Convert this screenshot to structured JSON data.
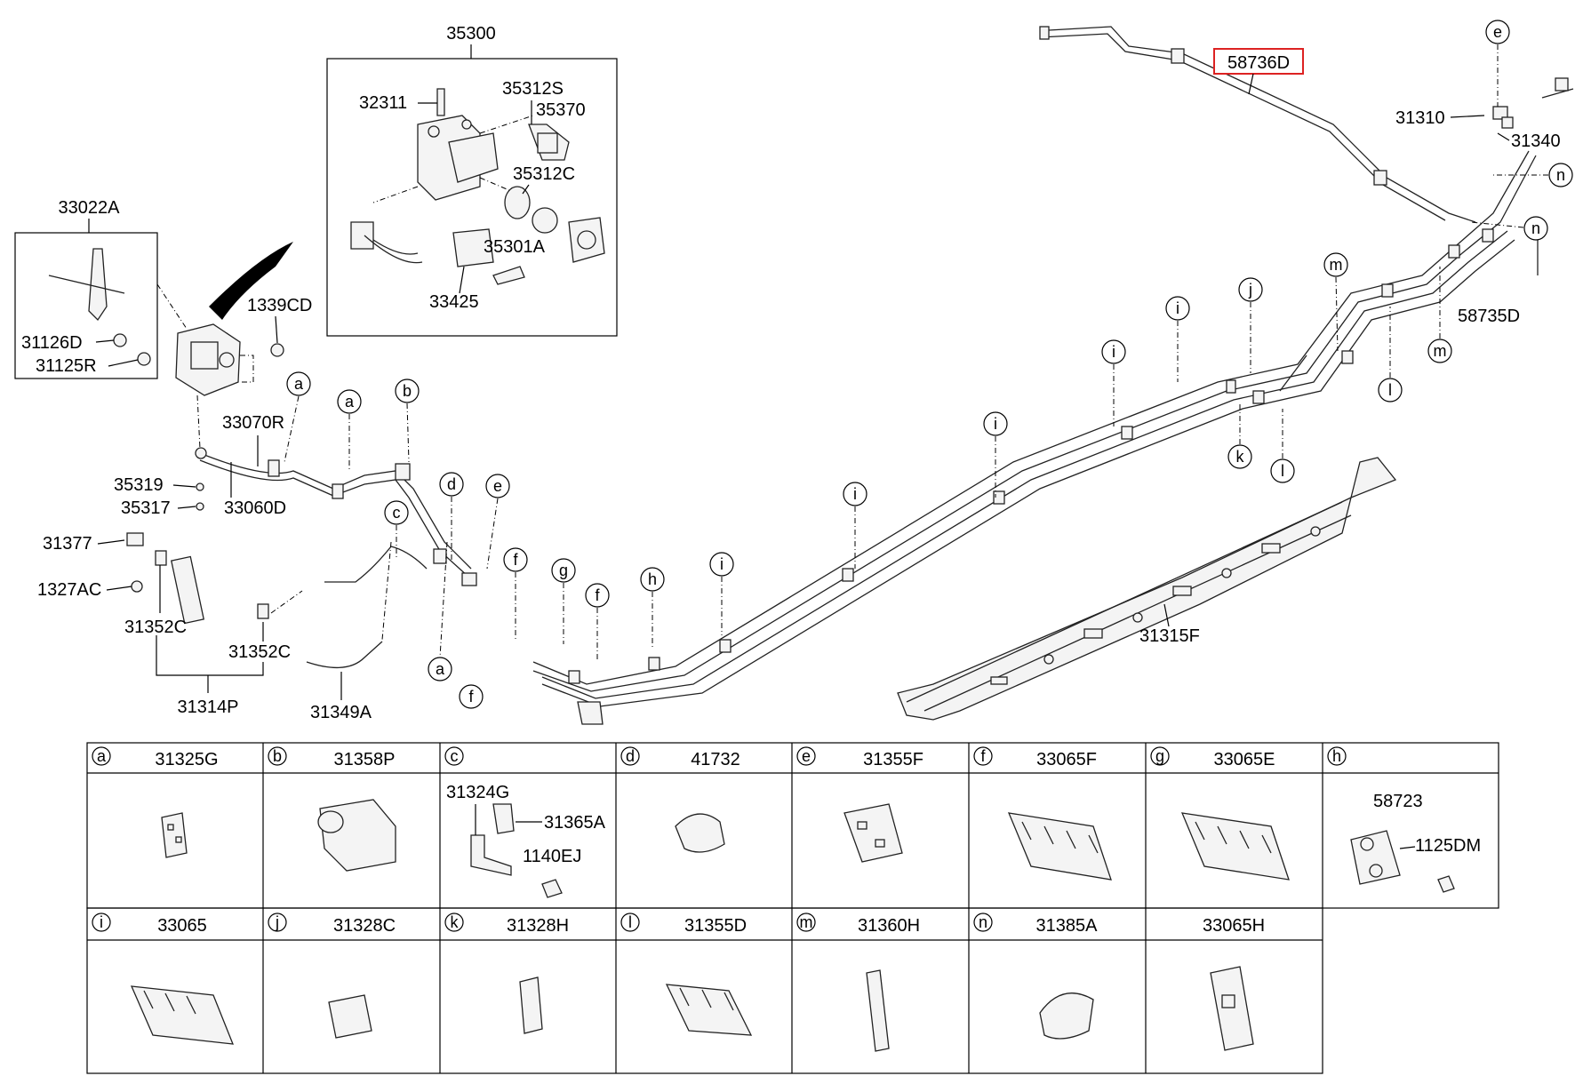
{
  "parts": {
    "p35300": "35300",
    "p32311": "32311",
    "p35312S": "35312S",
    "p35370": "35370",
    "p35312C": "35312C",
    "p35301A": "35301A",
    "p33425": "33425",
    "p33022A": "33022A",
    "p31126D": "31126D",
    "p31125R": "31125R",
    "p1339CD": "1339CD",
    "p33070R": "33070R",
    "p35319": "35319",
    "p35317": "35317",
    "p33060D": "33060D",
    "p31377": "31377",
    "p1327AC": "1327AC",
    "p31352C_left": "31352C",
    "p31352C_right": "31352C",
    "p31314P": "31314P",
    "p31349A": "31349A",
    "p58736D": "58736D",
    "p31310": "31310",
    "p31340": "31340",
    "p58735D": "58735D",
    "p31315F": "31315F"
  },
  "callouts": {
    "a1": "a",
    "a2": "a",
    "a3": "a",
    "b1": "b",
    "c1": "c",
    "d1": "d",
    "e1": "e",
    "e2": "e",
    "f1": "f",
    "f2": "f",
    "f3": "f",
    "g1": "g",
    "h1": "h",
    "i1": "i",
    "i2": "i",
    "i3": "i",
    "i4": "i",
    "i5": "i",
    "j1": "j",
    "k1": "k",
    "l1": "l",
    "l2": "l",
    "m1": "m",
    "m2": "m",
    "n1": "n",
    "n2": "n"
  },
  "table": {
    "row1": [
      {
        "letter": "a",
        "part": "31325G"
      },
      {
        "letter": "b",
        "part": "31358P"
      },
      {
        "letter": "c",
        "part": "",
        "sub": [
          "31324G",
          "31365A",
          "1140EJ"
        ]
      },
      {
        "letter": "d",
        "part": "41732"
      },
      {
        "letter": "e",
        "part": "31355F"
      },
      {
        "letter": "f",
        "part": "33065F"
      },
      {
        "letter": "g",
        "part": "33065E"
      },
      {
        "letter": "h",
        "part": "",
        "sub": [
          "58723",
          "1125DM"
        ]
      }
    ],
    "row2": [
      {
        "letter": "i",
        "part": "33065"
      },
      {
        "letter": "j",
        "part": "31328C"
      },
      {
        "letter": "k",
        "part": "31328H"
      },
      {
        "letter": "l",
        "part": "31355D"
      },
      {
        "letter": "m",
        "part": "31360H"
      },
      {
        "letter": "n",
        "part": "31385A"
      },
      {
        "letter": "",
        "part": "33065H"
      }
    ]
  },
  "highlight_color": "#d22222"
}
